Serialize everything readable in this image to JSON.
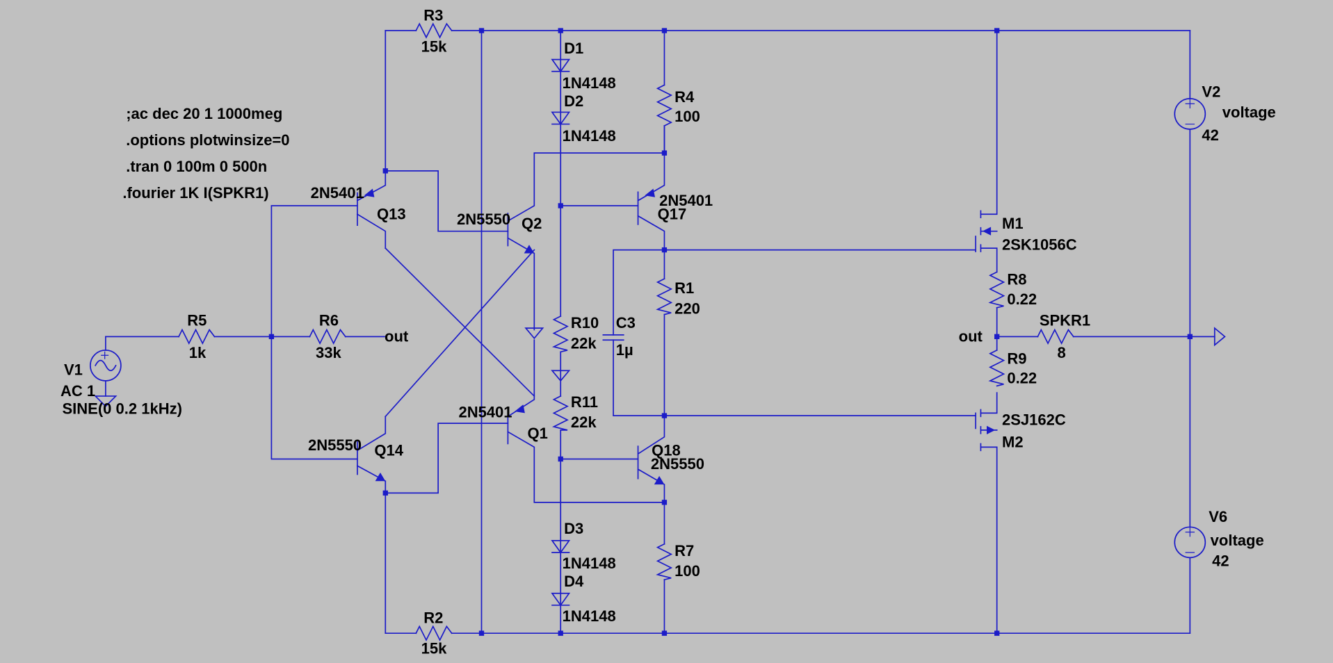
{
  "colors": {
    "background": "#c0c0c0",
    "wire": "#1c1cc8",
    "text": "#000000"
  },
  "directives": [
    ";ac dec 20 1 1000meg",
    ".options plotwinsize=0",
    ".tran 0 100m 0 500n",
    ".fourier 1K I(SPKR1)"
  ],
  "sources": {
    "V1": {
      "name": "V1",
      "line1": "AC 1",
      "line2": "SINE(0 0.2 1kHz)"
    },
    "V2": {
      "name": "V2",
      "type": "voltage",
      "value": "42"
    },
    "V6": {
      "name": "V6",
      "type": "voltage",
      "value": "42"
    }
  },
  "resistors": {
    "R1": {
      "name": "R1",
      "value": "220"
    },
    "R2": {
      "name": "R2",
      "value": "15k"
    },
    "R3": {
      "name": "R3",
      "value": "15k"
    },
    "R4": {
      "name": "R4",
      "value": "100"
    },
    "R5": {
      "name": "R5",
      "value": "1k"
    },
    "R6": {
      "name": "R6",
      "value": "33k"
    },
    "R7": {
      "name": "R7",
      "value": "100"
    },
    "R8": {
      "name": "R8",
      "value": "0.22"
    },
    "R9": {
      "name": "R9",
      "value": "0.22"
    },
    "R10": {
      "name": "R10",
      "value": "22k"
    },
    "R11": {
      "name": "R11",
      "value": "22k"
    },
    "SPKR1": {
      "name": "SPKR1",
      "value": "8"
    }
  },
  "capacitors": {
    "C3": {
      "name": "C3",
      "value": "1µ"
    }
  },
  "diodes": {
    "D1": {
      "name": "D1",
      "model": "1N4148"
    },
    "D2": {
      "name": "D2",
      "model": "1N4148"
    },
    "D3": {
      "name": "D3",
      "model": "1N4148"
    },
    "D4": {
      "name": "D4",
      "model": "1N4148"
    }
  },
  "transistors": {
    "Q1": {
      "name": "Q1",
      "model": "2N5401"
    },
    "Q2": {
      "name": "Q2",
      "model": "2N5550"
    },
    "Q13": {
      "name": "Q13",
      "model": "2N5401"
    },
    "Q14": {
      "name": "Q14",
      "model": "2N5550"
    },
    "Q17": {
      "name": "Q17",
      "model": "2N5401"
    },
    "Q18": {
      "name": "Q18",
      "model": "2N5550"
    },
    "M1": {
      "name": "M1",
      "model": "2SK1056C"
    },
    "M2": {
      "name": "M2",
      "model": "2SJ162C"
    }
  },
  "net_labels": {
    "out_left": "out",
    "out_right": "out"
  }
}
